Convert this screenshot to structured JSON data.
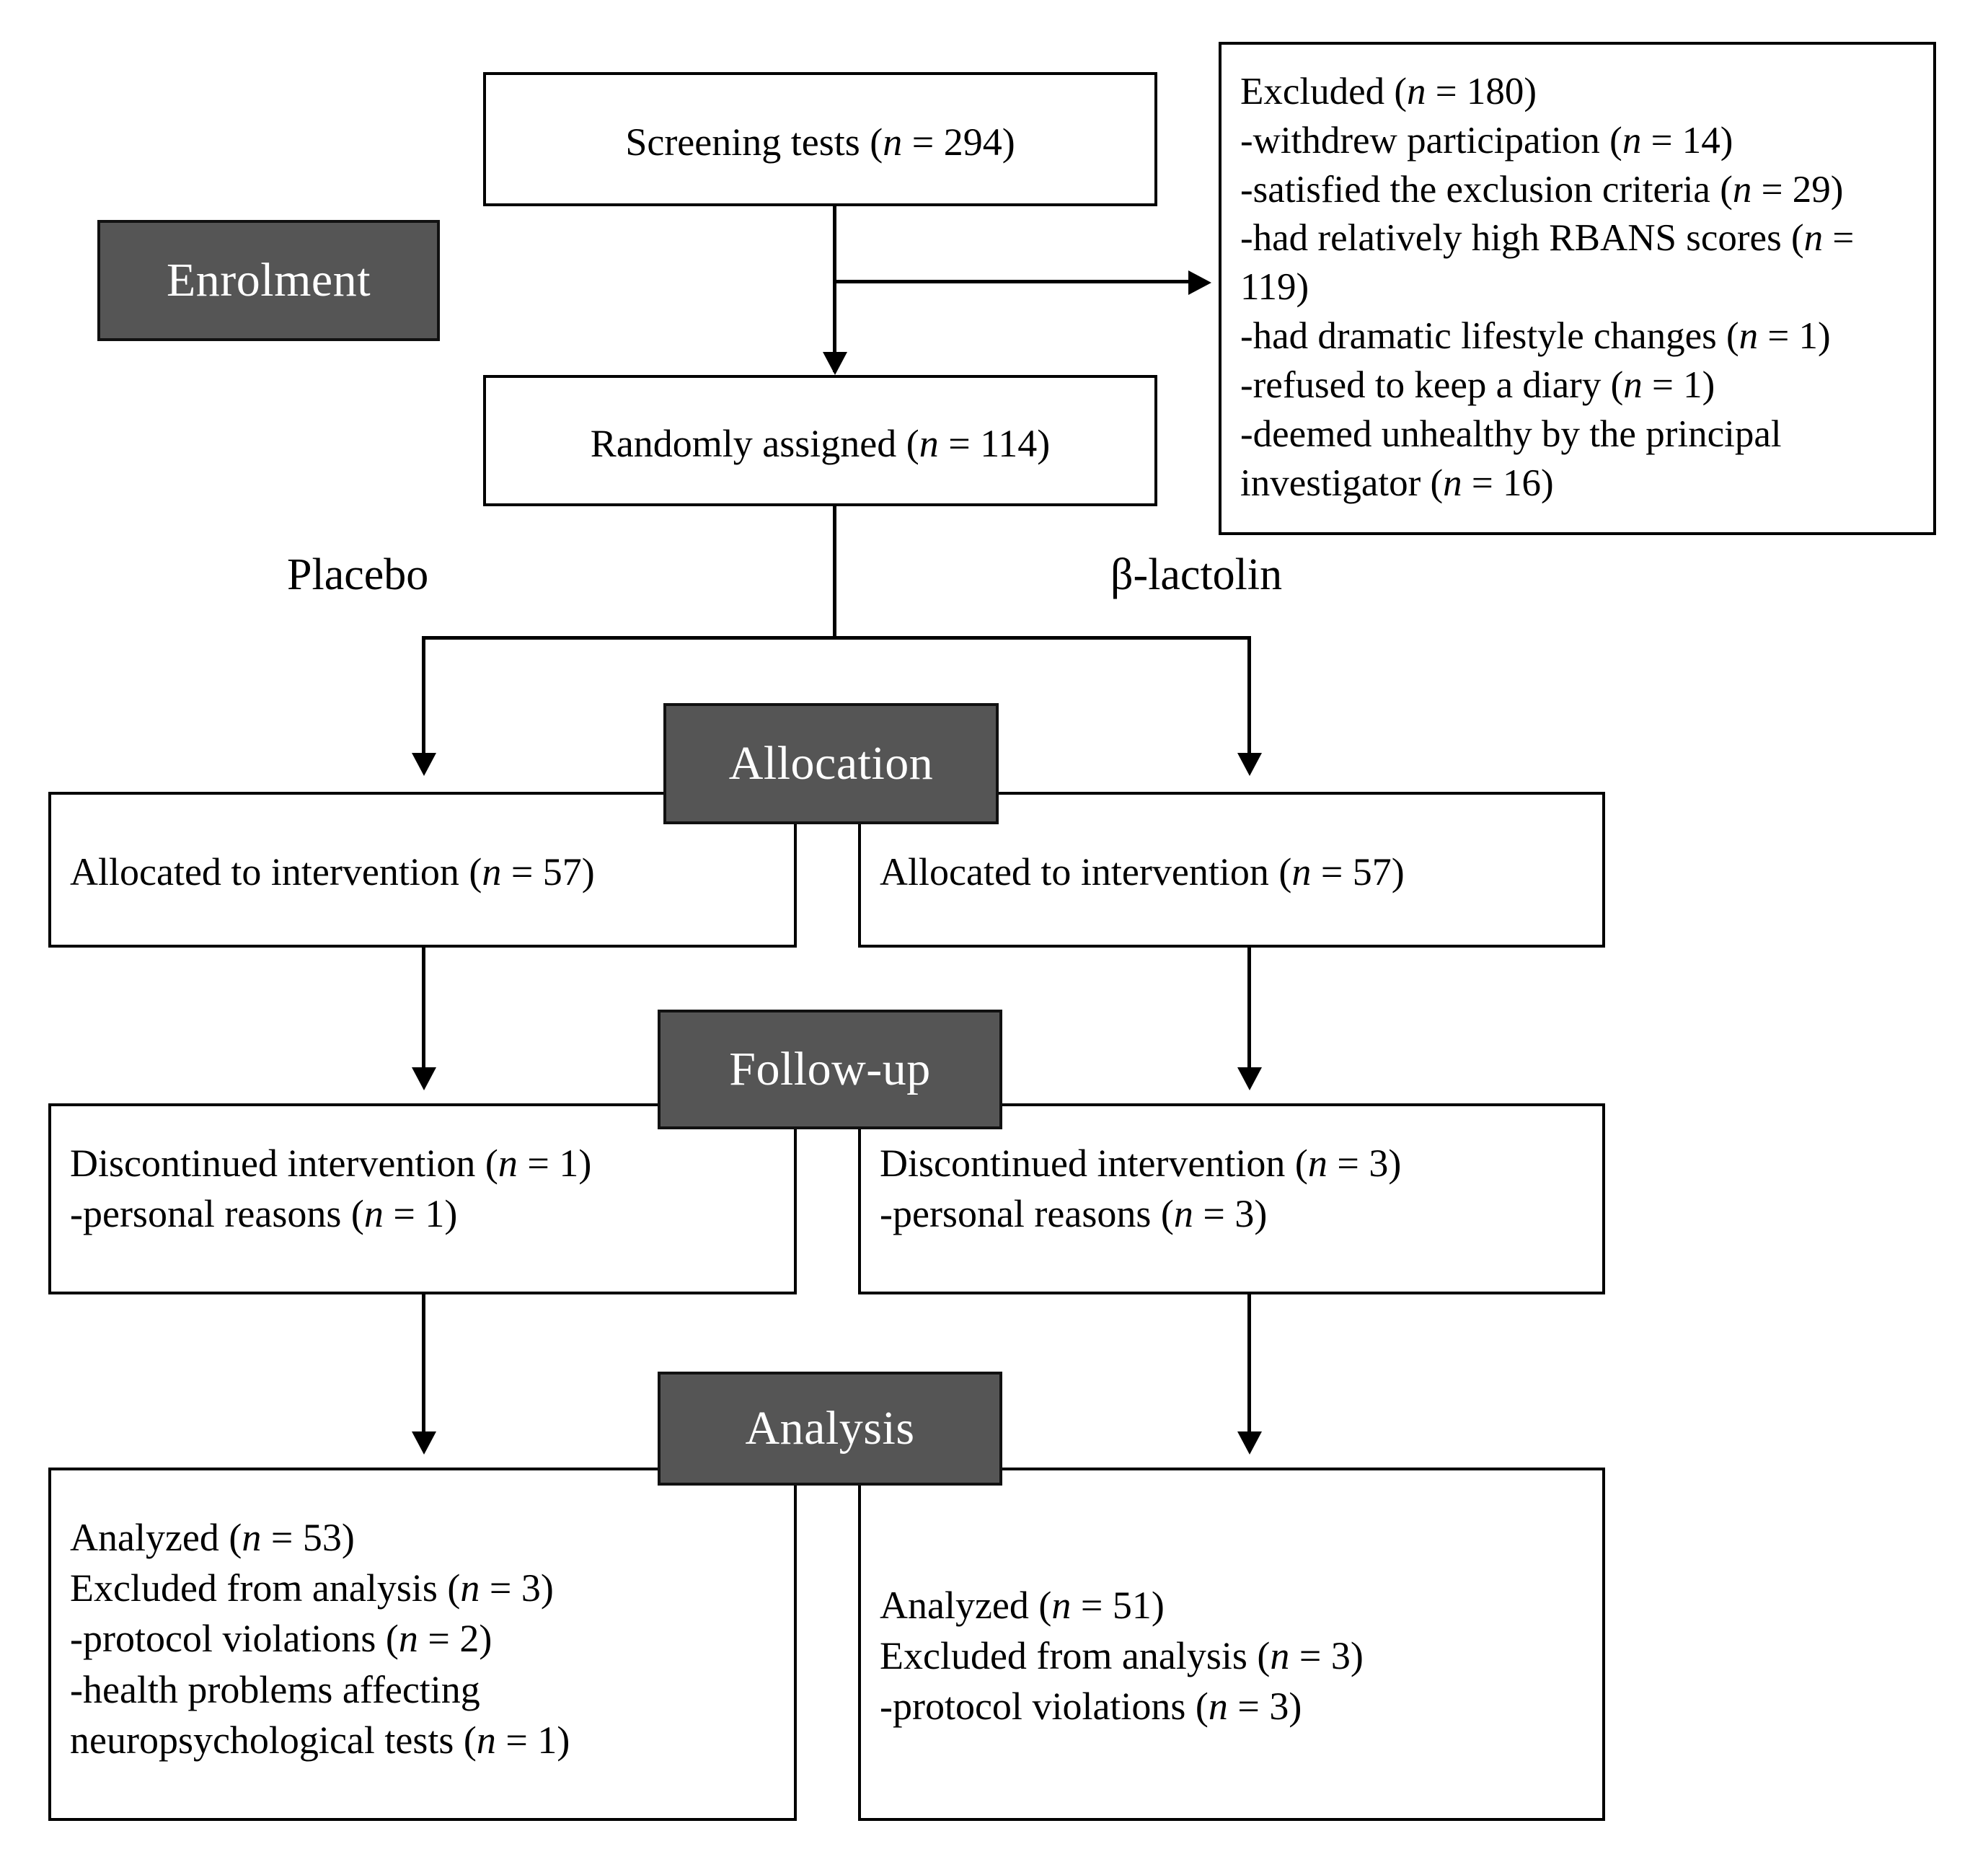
{
  "diagram": {
    "type": "CONSORT participant flow diagram",
    "phases": [
      {
        "key": "enrolment",
        "label": "Enrolment"
      },
      {
        "key": "allocation",
        "label": "Allocation"
      },
      {
        "key": "followup",
        "label": "Follow-up"
      },
      {
        "key": "analysis",
        "label": "Analysis"
      }
    ],
    "arm_labels": {
      "left": "Placebo",
      "right": "β-lactolin"
    },
    "enrolment": {
      "screening": {
        "label": "Screening tests",
        "n": 294,
        "text": "Screening tests (n = 294)"
      },
      "excluded": {
        "title": "Excluded (n = 180)",
        "title_n": 180,
        "reasons": [
          {
            "text": "-withdrew participation (n = 14)",
            "n": 14
          },
          {
            "text": "-satisfied the exclusion criteria (n = 29)",
            "n": 29
          },
          {
            "text": "-had relatively high RBANS scores (n = 119)",
            "n": 119
          },
          {
            "text": "-had dramatic lifestyle changes (n = 1)",
            "n": 1
          },
          {
            "text": "-refused to keep a diary (n = 1)",
            "n": 1
          },
          {
            "text": "-deemed unhealthy by the principal investigator (n = 16)",
            "n": 16
          }
        ]
      },
      "randomized": {
        "label": "Randomly assigned",
        "n": 114,
        "text": "Randomly assigned (n = 114)"
      }
    },
    "allocation": {
      "left": {
        "text": "Allocated to intervention (n = 57)",
        "n": 57
      },
      "right": {
        "text": "Allocated to intervention (n = 57)",
        "n": 57
      }
    },
    "followup": {
      "left": {
        "lines": [
          "Discontinued intervention (n = 1)",
          "-personal reasons (n = 1)"
        ]
      },
      "right": {
        "lines": [
          "Discontinued intervention (n = 3)",
          "-personal reasons (n = 3)"
        ]
      }
    },
    "analysis": {
      "left": {
        "lines": [
          "Analyzed (n = 53)",
          "Excluded  from analysis (n = 3)",
          "-protocol violations (n = 2)",
          "-health problems affecting",
          "neuropsychological tests  (n = 1)"
        ]
      },
      "right": {
        "lines": [
          "Analyzed (n = 51)",
          "Excluded  from analysis (n = 3)",
          "-protocol violations (n = 3)"
        ]
      }
    },
    "colors": {
      "phase_fill": "#555555",
      "phase_text": "#ffffff",
      "box_border": "#000000",
      "background": "#ffffff"
    }
  }
}
